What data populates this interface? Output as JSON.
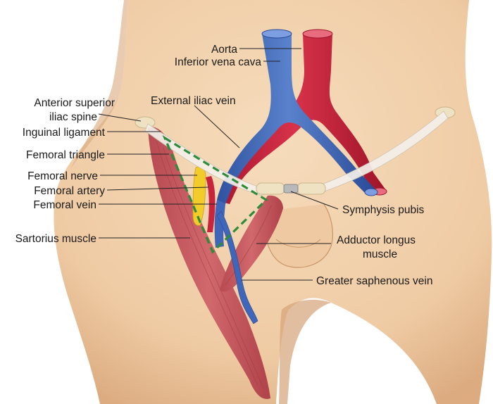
{
  "labels": {
    "aorta": "Aorta",
    "ivc": "Inferior vena cava",
    "asis_1": "Anterior superior",
    "asis_2": "iliac spine",
    "ext_iliac_vein": "External iliac vein",
    "inguinal_ligament": "Inguinal ligament",
    "femoral_triangle": "Femoral triangle",
    "femoral_nerve": "Femoral nerve",
    "femoral_artery": "Femoral artery",
    "femoral_vein": "Femoral vein",
    "sartorius": "Sartorius muscle",
    "symphysis": "Symphysis pubis",
    "adductor_1": "Adductor longus",
    "adductor_2": "muscle",
    "gsv": "Greater saphenous vein"
  },
  "colors": {
    "skin": "#f0cfaa",
    "skin_shadow": "#d9a87c",
    "artery": "#c8243c",
    "vein": "#3f66b8",
    "muscle": "#c0545a",
    "nerve": "#f2cc2a",
    "triangle_outline": "#2e8b3a",
    "ligament": "#f4f0ea",
    "bone": "#efe2c2"
  }
}
